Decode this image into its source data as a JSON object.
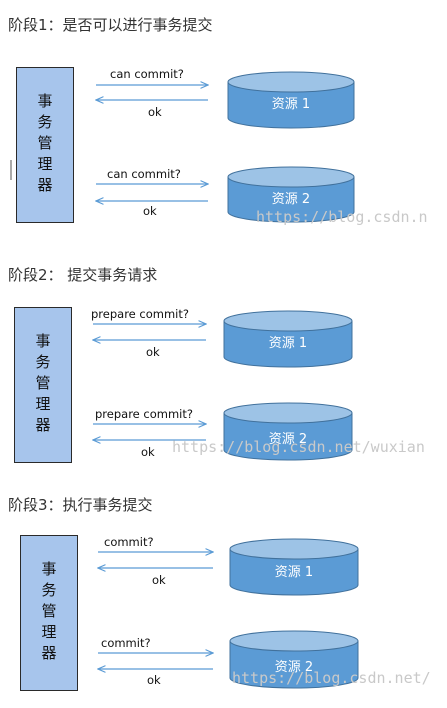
{
  "colors": {
    "manager_fill": "#a7c5ec",
    "cylinder_body": "#5b9bd5",
    "cylinder_top": "#9dc3e6",
    "cylinder_stroke": "#41719c",
    "arrow": "#5b9bd5",
    "watermark": "#c9c9c9"
  },
  "phases": [
    {
      "title": "阶段1：是否可以进行事务提交",
      "manager": "事务管理器",
      "rows": [
        {
          "request": "can commit?",
          "response": "ok",
          "resource": "资源 1"
        },
        {
          "request": "can commit?",
          "response": "ok",
          "resource": "资源 2"
        }
      ]
    },
    {
      "title": "阶段2：  提交事务请求",
      "manager": "事务管理器",
      "rows": [
        {
          "request": "prepare commit?",
          "response": "ok",
          "resource": "资源 1"
        },
        {
          "request": "prepare commit?",
          "response": "ok",
          "resource": "资源 2"
        }
      ]
    },
    {
      "title": "阶段3：执行事务提交",
      "manager": "事务管理器",
      "rows": [
        {
          "request": "commit?",
          "response": "ok",
          "resource": "资源 1"
        },
        {
          "request": "commit?",
          "response": "ok",
          "resource": "资源 2"
        }
      ]
    }
  ],
  "watermarks": [
    "https://blog.csdn.n",
    "https://blog.csdn.net/wuxian",
    "https://blog.csdn.net/"
  ]
}
